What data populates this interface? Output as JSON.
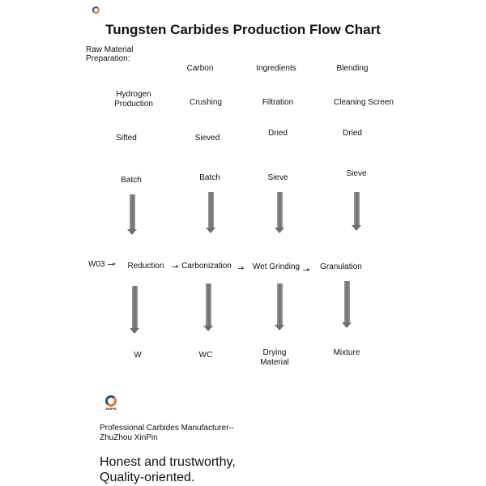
{
  "title": "Tungsten Carbides Production Flow Chart",
  "raw_material": [
    "Raw Material",
    "Preparation:"
  ],
  "row1": [
    "Carbon",
    "Ingredients",
    "Blending"
  ],
  "row2": [
    "Hydrogen Production",
    "Crushing",
    "Filtration",
    "Cleaning Screen"
  ],
  "row3": [
    "Sifted",
    "Sieved",
    "Dried",
    "Dried"
  ],
  "row4": [
    "Batch",
    "Batch",
    "Sieve",
    "Sieve"
  ],
  "process": [
    "W03",
    "Reduction",
    "Carbonization",
    "Wet Grinding",
    "Granulation"
  ],
  "outputs": [
    "W",
    "WC",
    "Drying Material",
    "Mixture"
  ],
  "logo_text": "XINPIN",
  "footer": {
    "line1": "Professional  Carbides Manufacturer--",
    "line2": "ZhuZhou XinPin",
    "slogan1": "Honest and trustworthy,",
    "slogan2": "Quality-oriented."
  }
}
